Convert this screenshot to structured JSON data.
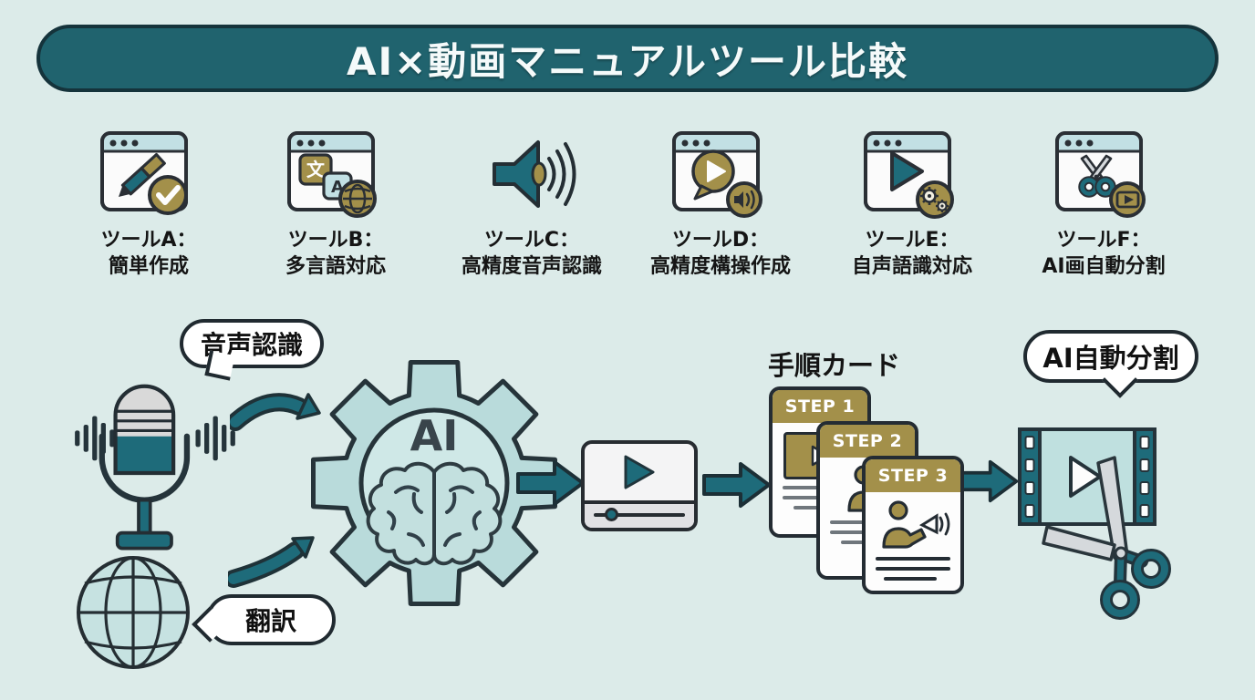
{
  "header": {
    "title": "AI×動画マニュアルツール比較"
  },
  "tools": [
    {
      "id": "A",
      "line1": "ツールA：",
      "line2": "簡単作成",
      "icon": "browser-pencil-check-icon"
    },
    {
      "id": "B",
      "line1": "ツールB：",
      "line2": "多言語対応",
      "icon": "browser-translate-globe-icon"
    },
    {
      "id": "C",
      "line1": "ツールC：",
      "line2": "高精度音声認識",
      "icon": "speaker-waves-icon"
    },
    {
      "id": "D",
      "line1": "ツールD：",
      "line2": "高精度構操作成",
      "icon": "browser-chat-audio-icon"
    },
    {
      "id": "E",
      "line1": "ツールE：",
      "line2": "自声語識対応",
      "icon": "browser-play-gears-icon"
    },
    {
      "id": "F",
      "line1": "ツールF：",
      "line2": "AI画自動分割",
      "icon": "browser-scissors-clip-icon"
    }
  ],
  "flow": {
    "bubble_mic": "音声認識",
    "bubble_globe": "翻訳",
    "gear_label": "AI",
    "cards_title": "手順カード",
    "steps": [
      "STEP 1",
      "STEP 2",
      "STEP 3"
    ],
    "bubble_film": "AI自動分割"
  },
  "colors": {
    "background": "#dcebe9",
    "banner": "#20636e",
    "outline": "#242e34",
    "teal": "#1e6b7a",
    "light_teal": "#bcdcdc",
    "window_header": "#c2e0e4",
    "gold": "#a3904a",
    "card_white": "#fdfdfd"
  }
}
